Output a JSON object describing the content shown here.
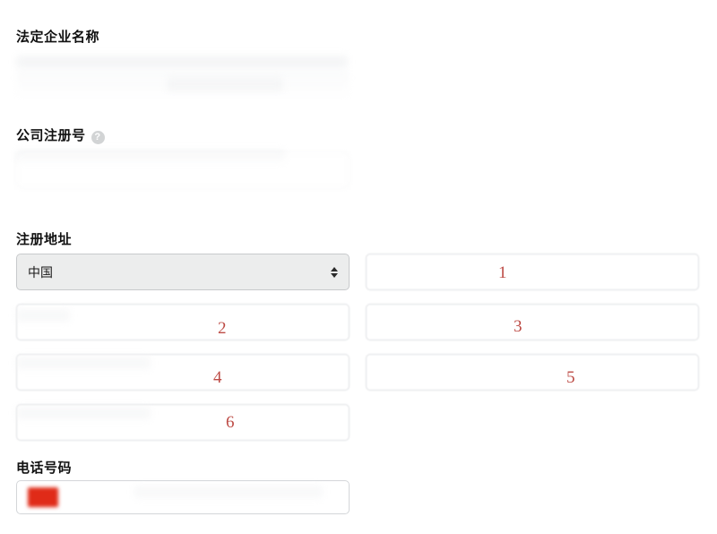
{
  "form": {
    "sections": [
      {
        "id": "legal-business-name",
        "label": "法定企业名称",
        "value": "",
        "placeholder": ""
      },
      {
        "id": "company-registration-number",
        "label": "公司注册号",
        "help_icon": "help-circle-icon",
        "help_glyph": "?",
        "value": "",
        "placeholder": ""
      },
      {
        "id": "registered-address",
        "label": "注册地址",
        "country_select": {
          "value": "中国",
          "icon": "select-chevron-updown-icon"
        }
      },
      {
        "id": "phone-number",
        "label": "电话号码",
        "country_flag": "china-flag-icon",
        "value": "",
        "placeholder": ""
      }
    ]
  },
  "address_fields": [
    {
      "annotation": "1",
      "column": "right",
      "row": 1
    },
    {
      "annotation": "2",
      "column": "left",
      "row": 2
    },
    {
      "annotation": "3",
      "column": "right",
      "row": 2
    },
    {
      "annotation": "4",
      "column": "left",
      "row": 3
    },
    {
      "annotation": "5",
      "column": "right",
      "row": 3
    },
    {
      "annotation": "6",
      "column": "left",
      "row": 4
    }
  ],
  "colors": {
    "annotation_red": "#bd4b45",
    "flag_red": "#e02b18",
    "border_grey": "#cfd1d4",
    "select_bg": "#eceded",
    "text_dark": "#111111",
    "help_icon_grey": "#c9cbcd",
    "page_bg": "#ffffff"
  }
}
